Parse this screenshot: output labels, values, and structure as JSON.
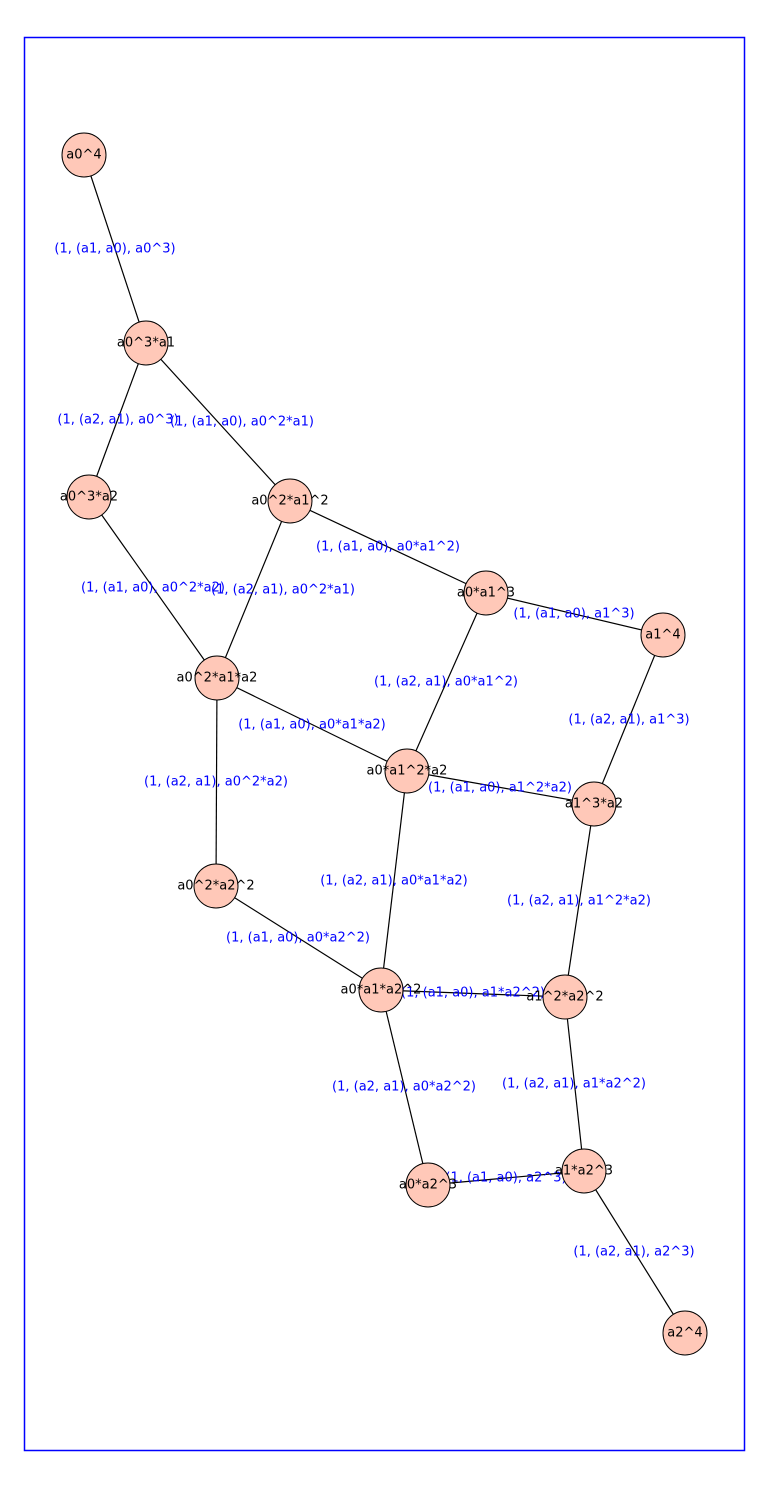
{
  "colors": {
    "frame": "#0000ff",
    "edge": "#000000",
    "edge_label": "#0000ff",
    "node_fill": "#ffc8b8",
    "node_stroke": "#000000",
    "node_text": "#000000"
  },
  "nodes": [
    {
      "id": "n0",
      "label": "a0^4"
    },
    {
      "id": "n1",
      "label": "a0^3*a1"
    },
    {
      "id": "n2",
      "label": "a0^3*a2"
    },
    {
      "id": "n3",
      "label": "a0^2*a1^2"
    },
    {
      "id": "n4",
      "label": "a0^2*a1*a2"
    },
    {
      "id": "n5",
      "label": "a0*a1^3"
    },
    {
      "id": "n6",
      "label": "a1^4"
    },
    {
      "id": "n7",
      "label": "a0*a1^2*a2"
    },
    {
      "id": "n8",
      "label": "a1^3*a2"
    },
    {
      "id": "n9",
      "label": "a0^2*a2^2"
    },
    {
      "id": "n10",
      "label": "a0*a1*a2^2"
    },
    {
      "id": "n11",
      "label": "a1^2*a2^2"
    },
    {
      "id": "n12",
      "label": "a0*a2^3"
    },
    {
      "id": "n13",
      "label": "a1*a2^3"
    },
    {
      "id": "n14",
      "label": "a2^4"
    }
  ],
  "edges": [
    {
      "from": "n0",
      "to": "n1",
      "label": "(1, (a1, a0), a0^3)"
    },
    {
      "from": "n1",
      "to": "n2",
      "label": "(1, (a2, a1), a0^3)"
    },
    {
      "from": "n1",
      "to": "n3",
      "label": "(1, (a1, a0), a0^2*a1)"
    },
    {
      "from": "n2",
      "to": "n4",
      "label": "(1, (a1, a0), a0^2*a2)"
    },
    {
      "from": "n3",
      "to": "n4",
      "label": "(1, (a2, a1), a0^2*a1)"
    },
    {
      "from": "n3",
      "to": "n5",
      "label": "(1, (a1, a0), a0*a1^2)"
    },
    {
      "from": "n5",
      "to": "n6",
      "label": "(1, (a1, a0), a1^3)"
    },
    {
      "from": "n5",
      "to": "n7",
      "label": "(1, (a2, a1), a0*a1^2)"
    },
    {
      "from": "n4",
      "to": "n7",
      "label": "(1, (a1, a0), a0*a1*a2)"
    },
    {
      "from": "n4",
      "to": "n9",
      "label": "(1, (a2, a1), a0^2*a2)"
    },
    {
      "from": "n6",
      "to": "n8",
      "label": "(1, (a2, a1), a1^3)"
    },
    {
      "from": "n7",
      "to": "n8",
      "label": "(1, (a1, a0), a1^2*a2)"
    },
    {
      "from": "n7",
      "to": "n10",
      "label": "(1, (a2, a1), a0*a1*a2)"
    },
    {
      "from": "n8",
      "to": "n11",
      "label": "(1, (a2, a1), a1^2*a2)"
    },
    {
      "from": "n9",
      "to": "n10",
      "label": "(1, (a1, a0), a0*a2^2)"
    },
    {
      "from": "n10",
      "to": "n11",
      "label": "(1, (a1, a0), a1*a2^2)"
    },
    {
      "from": "n10",
      "to": "n12",
      "label": "(1, (a2, a1), a0*a2^2)"
    },
    {
      "from": "n11",
      "to": "n13",
      "label": "(1, (a2, a1), a1*a2^2)"
    },
    {
      "from": "n12",
      "to": "n13",
      "label": "(1, (a1, a0), a2^3)"
    },
    {
      "from": "n13",
      "to": "n14",
      "label": "(1, (a2, a1), a2^3)"
    }
  ]
}
